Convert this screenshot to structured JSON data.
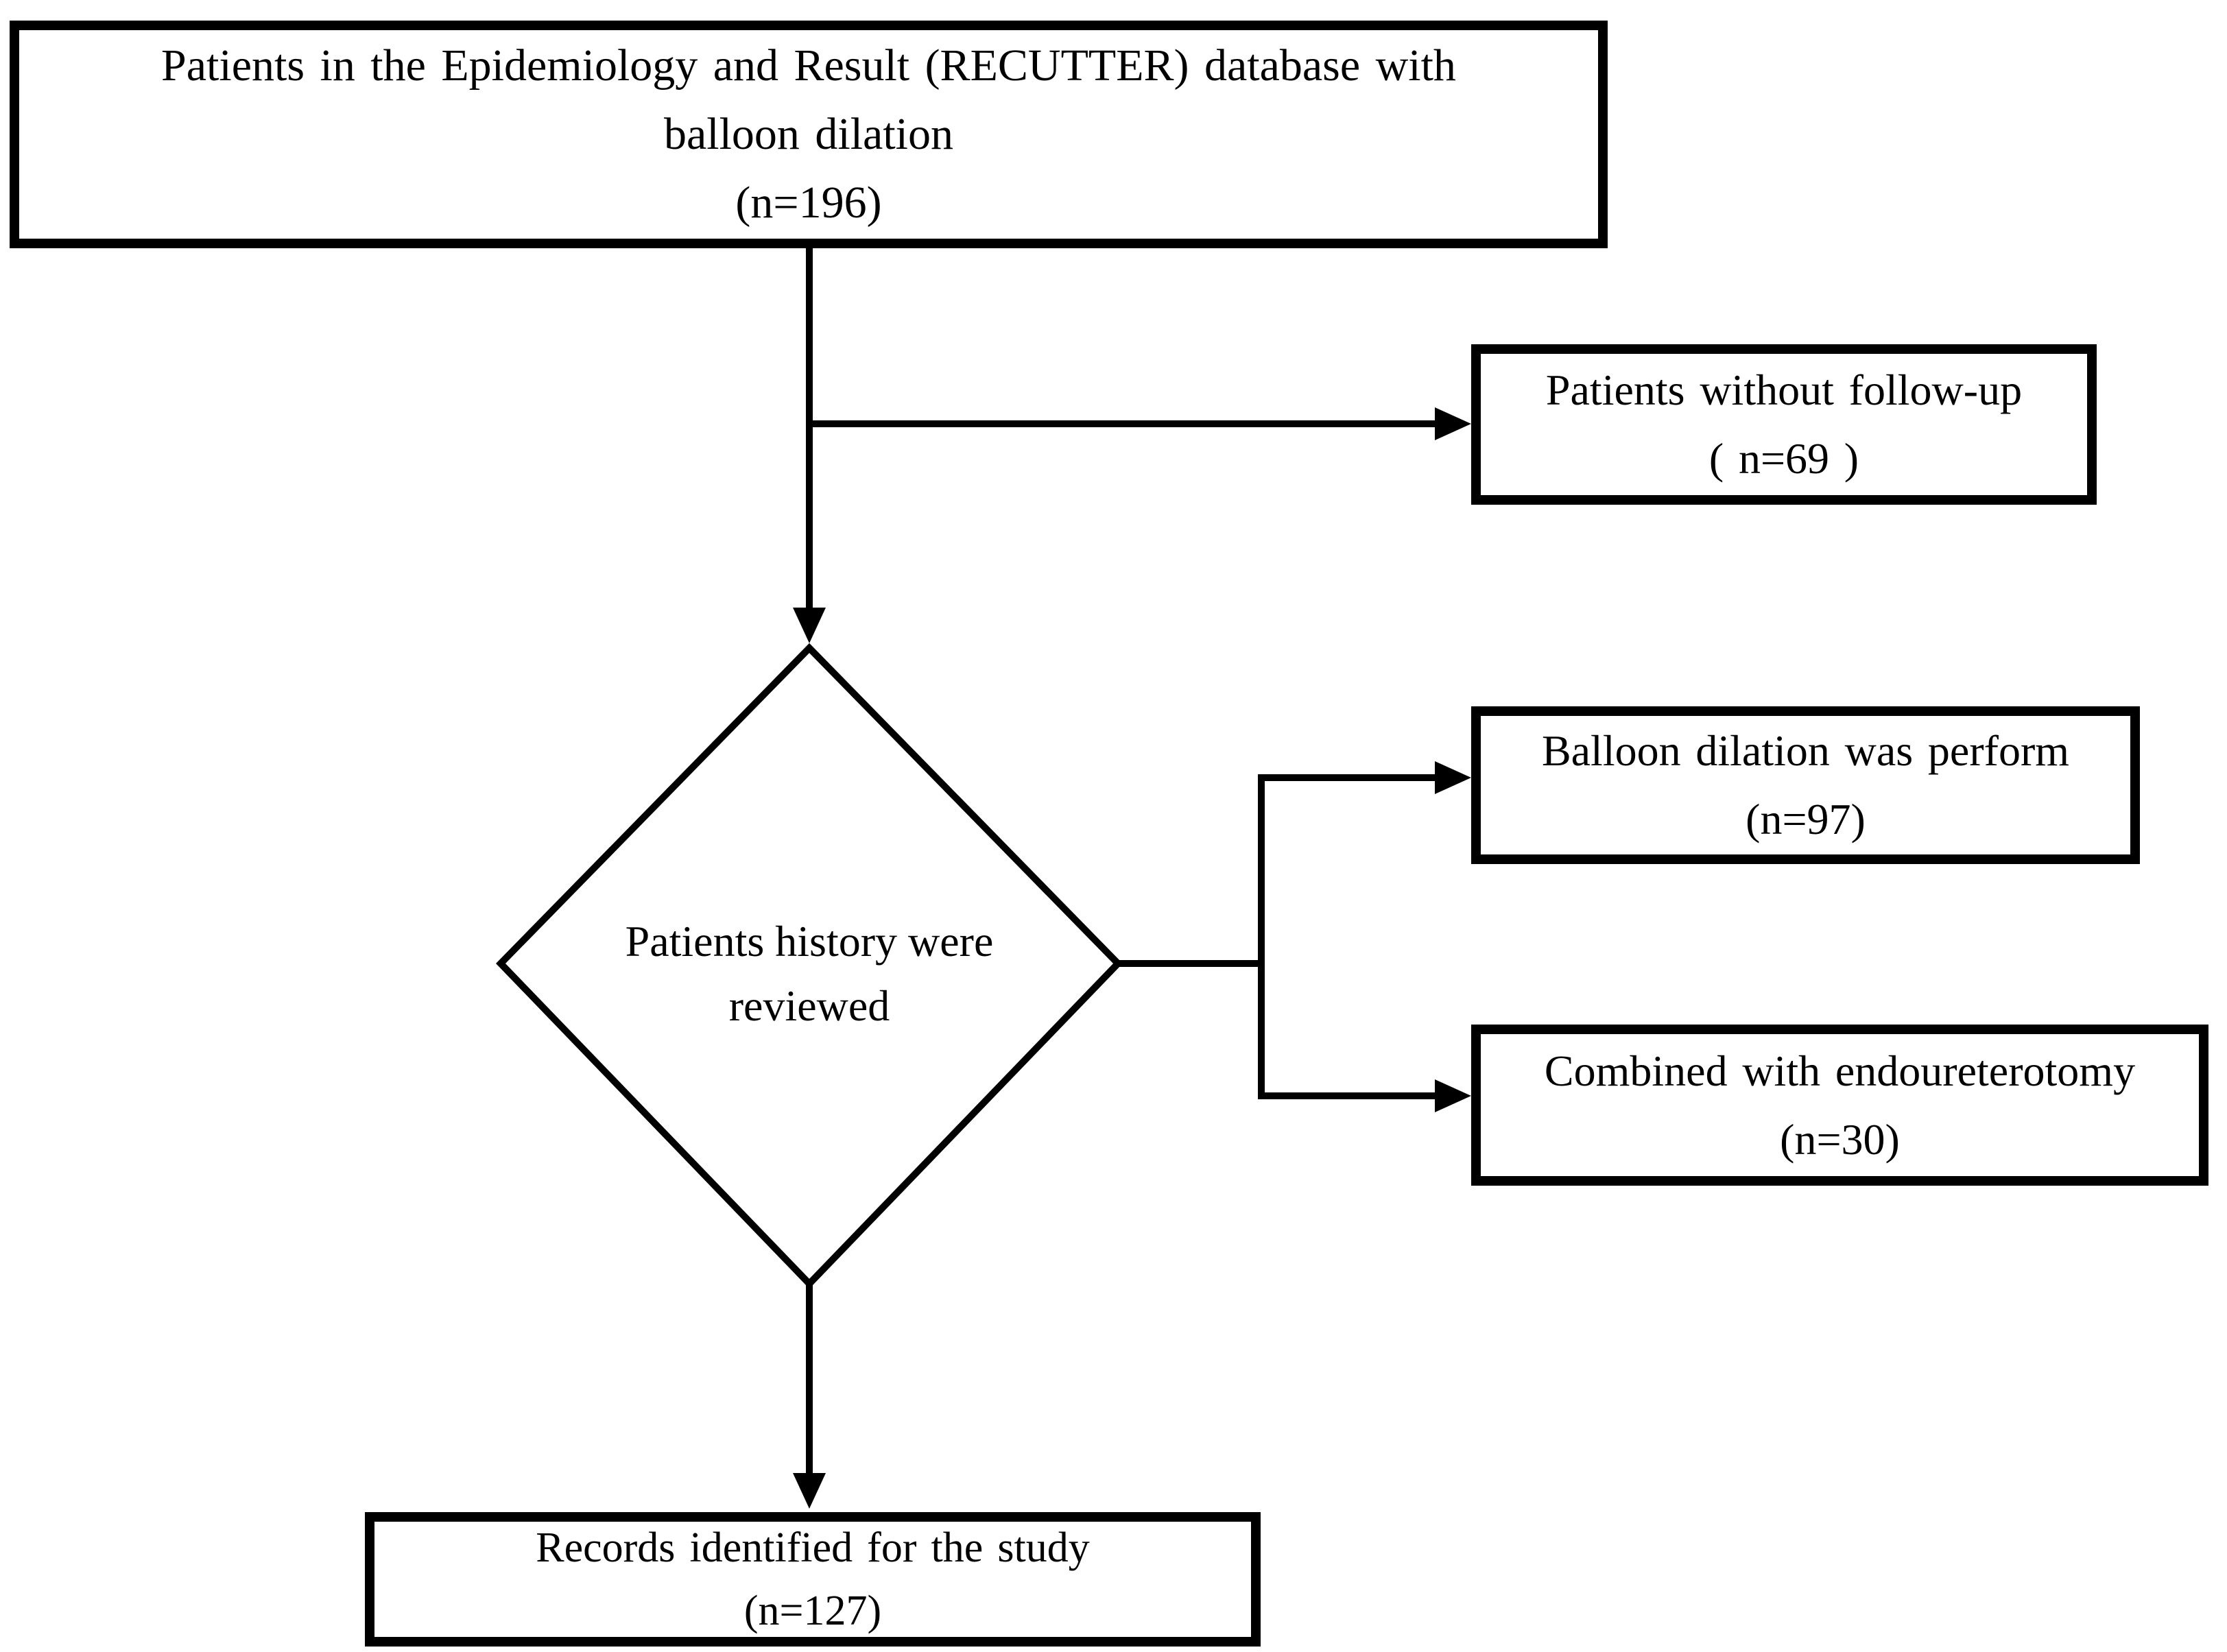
{
  "figure": {
    "type": "patient-selection-flowchart",
    "colors": {
      "ink": "#000000",
      "background": "#ffffff"
    },
    "nodes": {
      "database": {
        "line1": "Patients in the Epidemiology and Result (RECUTTER) database with",
        "line2": "balloon dilation",
        "line3": "(n=196)"
      },
      "no_followup": {
        "line1": "Patients without follow-up",
        "line2": "( n=69 )"
      },
      "decision": {
        "line1": "Patients history were",
        "line2": "reviewed"
      },
      "balloon": {
        "line1": "Balloon dilation was perform",
        "line2": "(n=97)"
      },
      "combined": {
        "line1": "Combined with endoureterotomy",
        "line2": "(n=30)"
      },
      "records": {
        "line1": "Records identified for the study",
        "line2": "(n=127)"
      }
    }
  }
}
